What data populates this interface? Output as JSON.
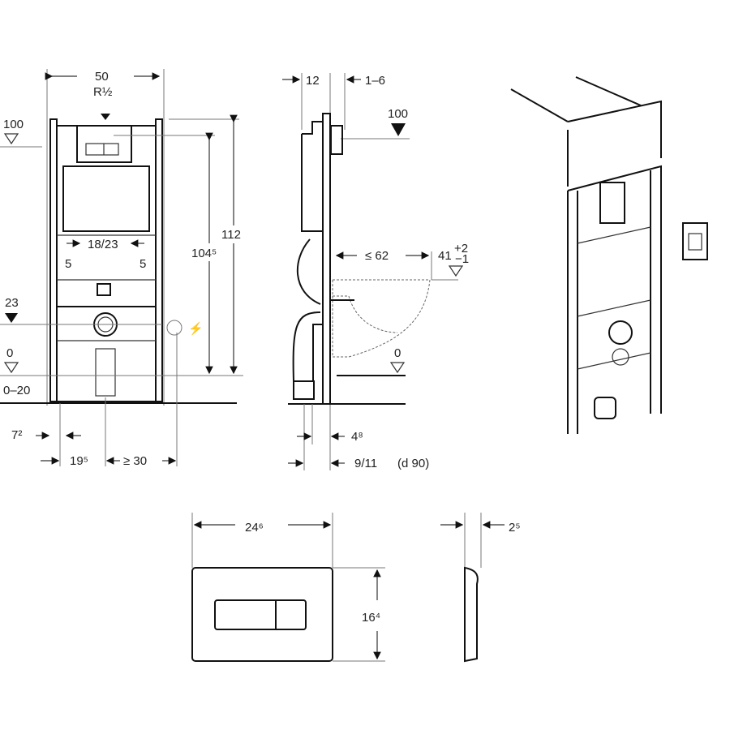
{
  "front_view": {
    "width": "50",
    "connection": "R½",
    "level_100": "100",
    "level_23": "23",
    "level_0": "0",
    "floor_range": "0–20",
    "dim_7": "7²",
    "dim_19": "19⁵",
    "dim_min30": "≥ 30",
    "height_104": "104⁵",
    "height_112": "112",
    "spacing_18_23": "18/23",
    "dim_5_left": "5",
    "dim_5_right": "5"
  },
  "side_view": {
    "depth_12": "12",
    "dim_1_6": "1–6",
    "level_100": "100",
    "max_62": "≤ 62",
    "height_41": "41",
    "tol_plus": "+2",
    "tol_minus": "−1",
    "level_0": "0",
    "dim_4": "4⁸",
    "dim_9_11": "9/11",
    "pipe_d90": "(d 90)"
  },
  "flush_plate": {
    "width": "24⁶",
    "height": "16⁴",
    "thickness": "2⁵"
  }
}
